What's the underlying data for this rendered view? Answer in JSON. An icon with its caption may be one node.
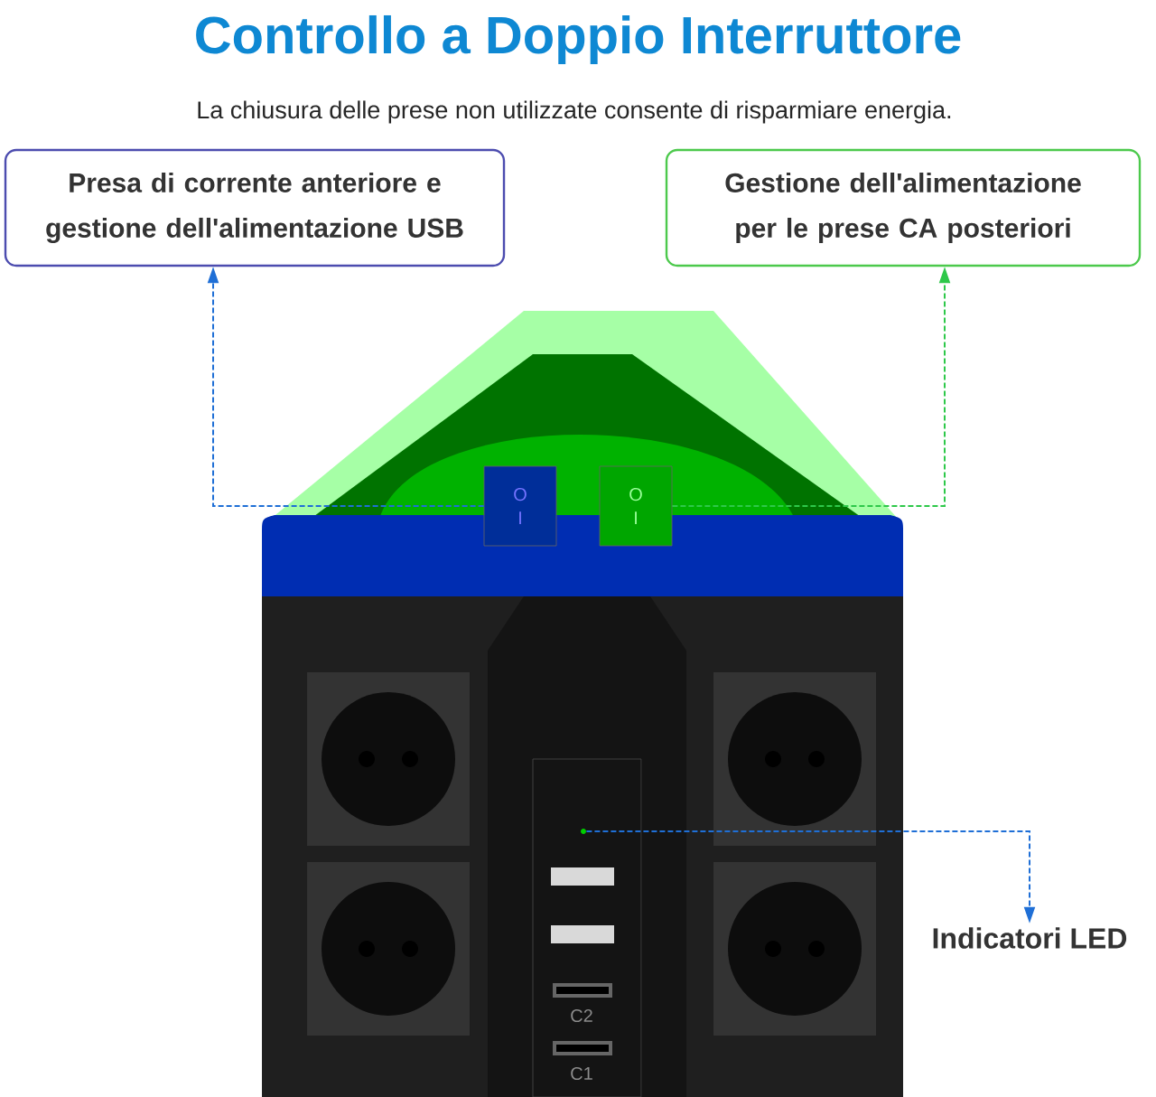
{
  "diagram": {
    "title": "Controllo a Doppio Interruttore",
    "nodes": [
      {
        "text": [
          "Presa di corrente anteriore e gestione dell'alimentazione USB"
        ]
      },
      {
        "text": [
          "Gestione dell'alimentazione per le prese CA posteriori"
        ]
      },
      {
        "text": [
          "O",
          "I"
        ]
      },
      {
        "text": [
          "O",
          "I"
        ]
      },
      {
        "text": [],
        "shape": "circle"
      },
      {
        "text": [
          "Indicatori LED"
        ]
      }
    ],
    "edges": [
      {
        "from": 2,
        "to": 0,
        "arrow": "to",
        "style": "dashed",
        "color": "#1f6fd6"
      },
      {
        "from": 3,
        "to": 1,
        "arrow": "to",
        "style": "dashed",
        "color": "#2ec84a"
      },
      {
        "from": 4,
        "to": 5,
        "arrow": "to",
        "style": "dashed",
        "color": "#1f6fd6"
      }
    ],
    "labels": [
      "La chiusura delle prese non utilizzate consente di risparmiare energia.",
      "C2",
      "C1"
    ]
  }
}
